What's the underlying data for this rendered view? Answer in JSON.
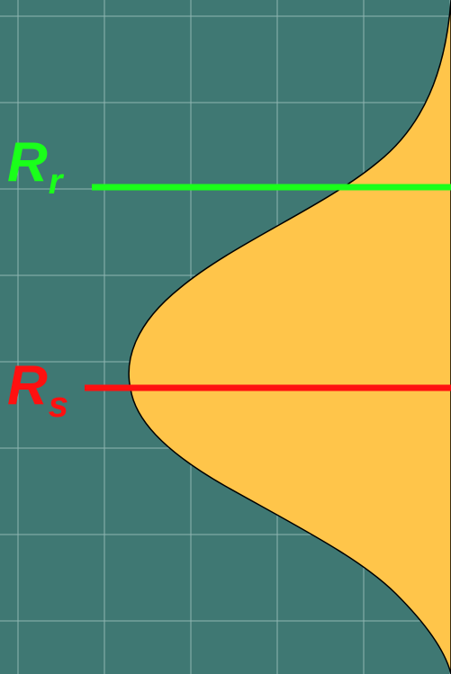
{
  "colors": {
    "background": "#3f7873",
    "grid": "#8fb6b2",
    "curve_fill": "#ffc54a",
    "curve_stroke": "#000000",
    "rr_color": "#1aff1a",
    "rs_color": "#ff1010"
  },
  "labels": {
    "rr": {
      "main": "R",
      "sub": "r"
    },
    "rs": {
      "main": "R",
      "sub": "s"
    }
  }
}
